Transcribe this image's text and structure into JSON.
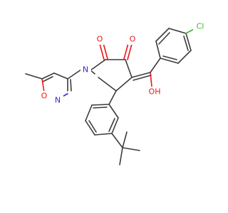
{
  "structure": {
    "atoms": [
      {
        "symbol": "O",
        "color": "#e8191a"
      },
      {
        "symbol": "O",
        "color": "#e8191a"
      },
      {
        "symbol": "N",
        "color": "#2b2bd9"
      },
      {
        "symbol": "N",
        "color": "#2b2bd9"
      },
      {
        "symbol": "O",
        "color": "#e8191a"
      },
      {
        "symbol": "OH",
        "color": "#e8191a"
      },
      {
        "symbol": "Cl",
        "color": "#3bb52e"
      }
    ],
    "bond_color": "#3c3c3c"
  }
}
